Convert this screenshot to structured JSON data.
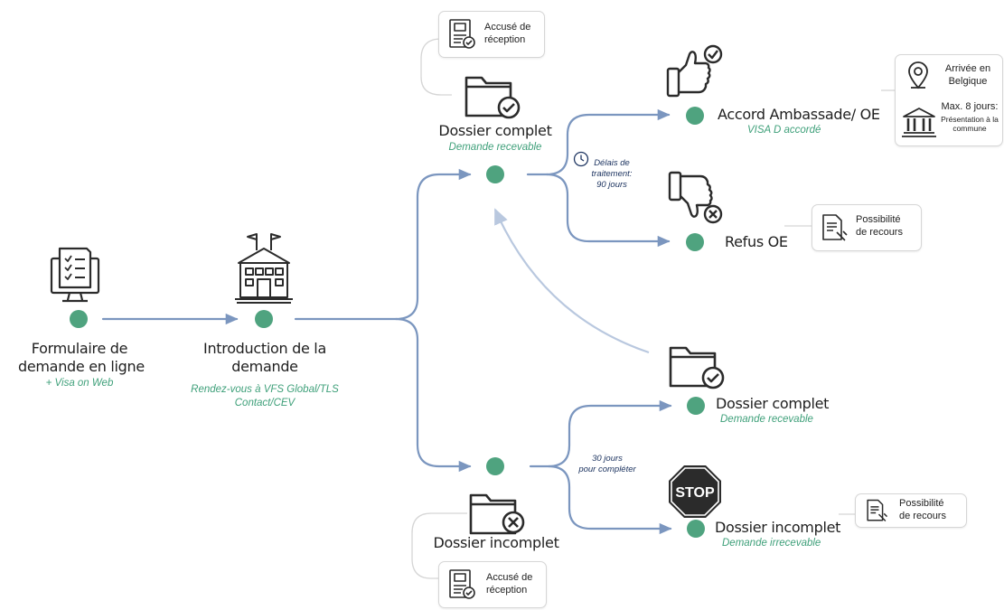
{
  "steps": {
    "form": {
      "title_1": "Formulaire de",
      "title_2": "demande en ligne",
      "sub": "+ Visa on Web"
    },
    "intro": {
      "title_1": "Introduction de la",
      "title_2": "demande",
      "sub_1": "Rendez-vous à VFS Global/TLS",
      "sub_2": "Contact/CEV"
    },
    "complete_top": {
      "title": "Dossier complet",
      "sub": "Demande recevable"
    },
    "incomplete_bottom": {
      "title": "Dossier incomplet"
    },
    "accord": {
      "title": "Accord Ambassade/ OE",
      "sub": "VISA D accordé"
    },
    "refus": {
      "title": "Refus OE"
    },
    "complete_right": {
      "title": "Dossier complet",
      "sub": "Demande recevable"
    },
    "incomplete_right": {
      "title": "Dossier incomplet",
      "sub": "Demande irrecevable"
    }
  },
  "notes": {
    "delay_1": "Délais de",
    "delay_2": "traitement:",
    "delay_3": "90 jours",
    "complete_1": "30 jours",
    "complete_2": "pour compléter"
  },
  "cards": {
    "receipt_top": {
      "line_1": "Accusé de",
      "line_2": "réception"
    },
    "receipt_bottom": {
      "line_1": "Accusé de",
      "line_2": "réception"
    },
    "recours_top": {
      "line_1": "Possibilité",
      "line_2": "de recours"
    },
    "recours_bottom": {
      "line_1": "Possibilité",
      "line_2": "de recours"
    },
    "arrival": {
      "line_1": "Arrivée en",
      "line_2": "Belgique",
      "line_3": "Max. 8 jours:",
      "line_4": "Présentation à la",
      "line_5": "commune"
    }
  },
  "stop_sign": "STOP",
  "icons": [
    "monitor-form-icon",
    "embassy-building-icon",
    "folder-check-icon",
    "folder-x-icon",
    "thumbs-up-check-icon",
    "thumbs-down-x-icon",
    "stop-sign-icon",
    "document-stamp-icon",
    "location-pin-icon",
    "bank-building-icon",
    "clock-icon"
  ],
  "colors": {
    "dot": "#4fa37f",
    "line": "#7b96bf",
    "accent_text": "#3fa07a",
    "note_text": "#1e3561"
  }
}
